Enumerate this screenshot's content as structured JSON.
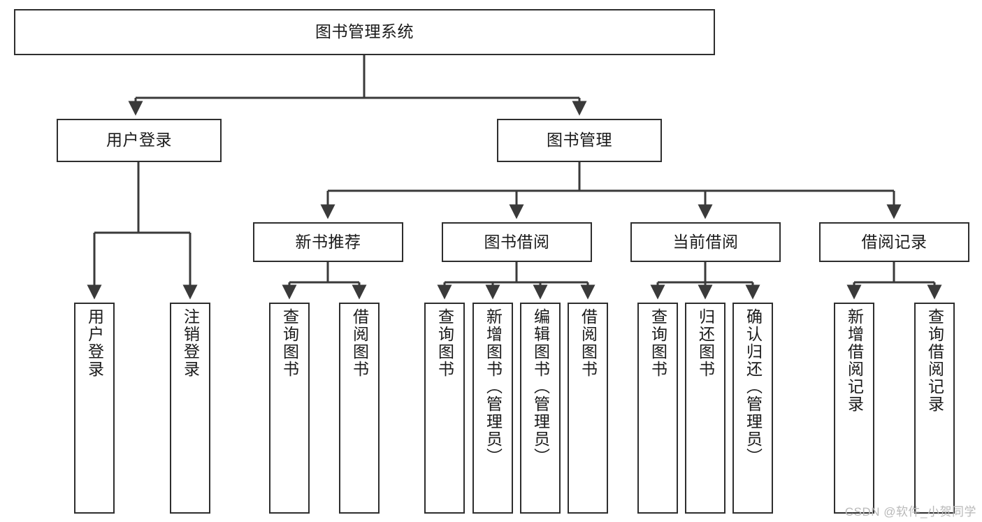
{
  "diagram": {
    "title": "图书管理系统",
    "type": "tree",
    "colors": {
      "box_border": "#2e2e2e",
      "box_fill": "#ffffff",
      "edge": "#3a3a3a",
      "text": "#1a1a1a",
      "watermark": "#b9b9b9",
      "background": "#ffffff"
    },
    "watermark": "CSDN @软件_小贺同学",
    "nodes": {
      "root": {
        "label": "图书管理系统"
      },
      "level2": [
        {
          "label": "用户登录"
        },
        {
          "label": "图书管理"
        }
      ],
      "level3": [
        {
          "label": "新书推荐"
        },
        {
          "label": "图书借阅"
        },
        {
          "label": "当前借阅"
        },
        {
          "label": "借阅记录"
        }
      ],
      "leaves": {
        "user_login": [
          {
            "label": "用户登录"
          },
          {
            "label": "注销登录"
          }
        ],
        "new_book_recommend": [
          {
            "label": "查询图书"
          },
          {
            "label": "借阅图书"
          }
        ],
        "book_borrow": [
          {
            "label": "查询图书"
          },
          {
            "label": "新增图书（管理员）"
          },
          {
            "label": "编辑图书（管理员）"
          },
          {
            "label": "借阅图书"
          }
        ],
        "current_borrow": [
          {
            "label": "查询图书"
          },
          {
            "label": "归还图书"
          },
          {
            "label": "确认归还（管理员）"
          }
        ],
        "borrow_record": [
          {
            "label": "新增借阅记录"
          },
          {
            "label": "查询借阅记录"
          }
        ]
      }
    }
  }
}
